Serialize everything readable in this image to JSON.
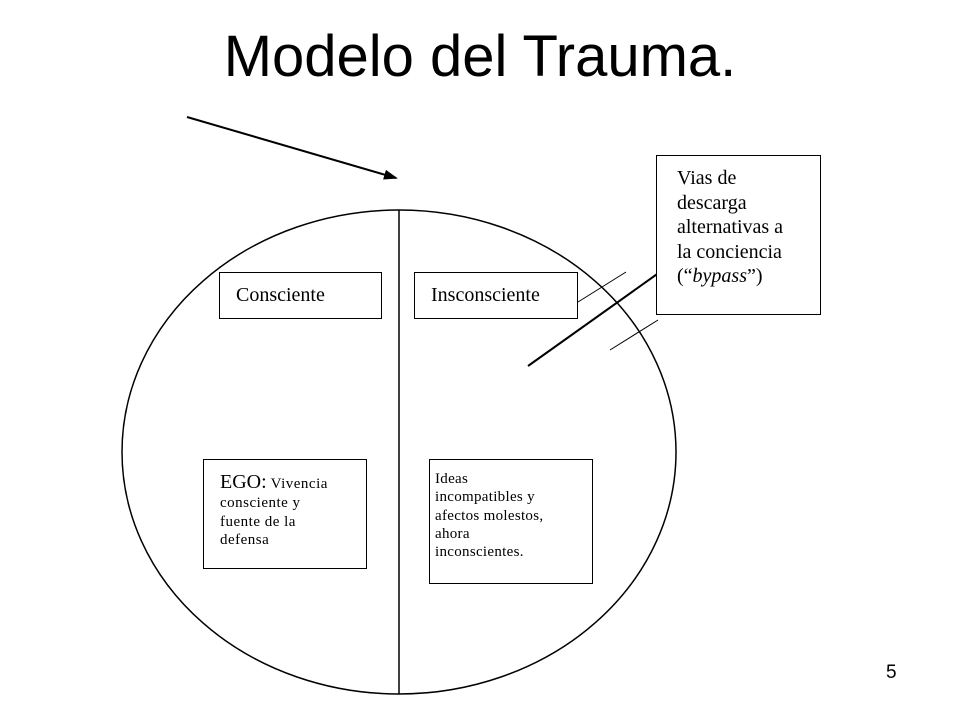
{
  "title": "Modelo del Trauma.",
  "page_number": "5",
  "boxes": {
    "consciente": "Consciente",
    "inconsciente": "Insconsciente",
    "ego": {
      "lead": "EGO:",
      "lines": [
        " Vivencia",
        "consciente y",
        "fuente de la",
        "defensa"
      ]
    },
    "ideas": {
      "lines": [
        "Ideas",
        "incompatibles y",
        "afectos molestos,",
        "ahora",
        "inconscientes."
      ]
    },
    "vias": {
      "lines": [
        "Vias de",
        "descarga",
        "alternativas a",
        "la conciencia"
      ],
      "bypass_open": "(“",
      "bypass_word": "bypass",
      "bypass_close": "”)"
    }
  }
}
